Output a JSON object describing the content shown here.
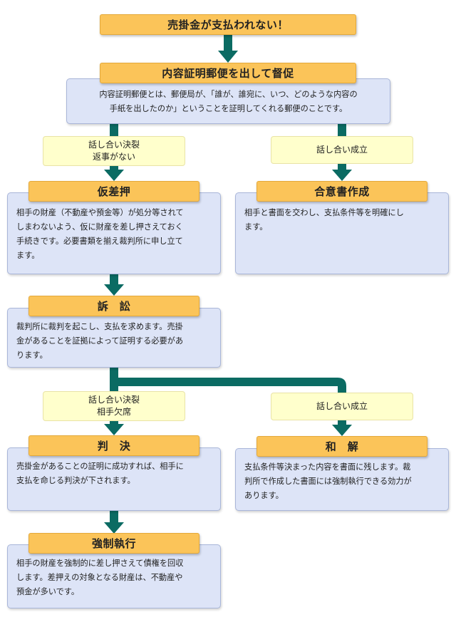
{
  "title": "売掛金が支払われない！",
  "steps": {
    "naiyo": {
      "title": "内容証明郵便を出して督促",
      "desc": "内容証明郵便とは、郵便局が、「誰が、誰宛に、いつ、どのような内容の\n手紙を出したのか」ということを証明してくれる郵便のことです。"
    },
    "karisashiosae": {
      "title": "仮差押",
      "desc": "相手の財産（不動産や預金等）が処分等されて\nしまわないよう、仮に財産を差し押さえておく\n手続きです。必要書類を揃え裁判所に申し立て\nます。"
    },
    "goisho": {
      "title": "合意書作成",
      "desc": "相手と書面を交わし、支払条件等を明確にし\nます。"
    },
    "sosho": {
      "title": "訴　訟",
      "desc": "裁判所に裁判を起こし、支払を求めます。売掛\n金があることを証拠によって証明する必要があ\nります。"
    },
    "hanketsu": {
      "title": "判　決",
      "desc": "売掛金があることの証明に成功すれば、相手に\n支払を命じる判決が下されます。"
    },
    "wakai": {
      "title": "和　解",
      "desc": "支払条件等決まった内容を書面に残します。裁\n判所で作成した書面には強制執行できる効力が\nあります。"
    },
    "kyosei": {
      "title": "強制執行",
      "desc": "相手の財産を強制的に差し押さえて債権を回収\nします。差押えの対象となる財産は、不動産や\n預金が多いです。"
    }
  },
  "conditions": {
    "ketsuretsu1": "話し合い決裂\n返事がない",
    "seiritsu1": "話し合い成立",
    "ketsuretsu2": "話し合い決裂\n相手欠席",
    "seiritsu2": "話し合い成立"
  },
  "colors": {
    "title_box": "#fbc459",
    "desc_box": "#dde4f7",
    "condition_box": "#ffffcc",
    "connector": "#0b6b63"
  }
}
